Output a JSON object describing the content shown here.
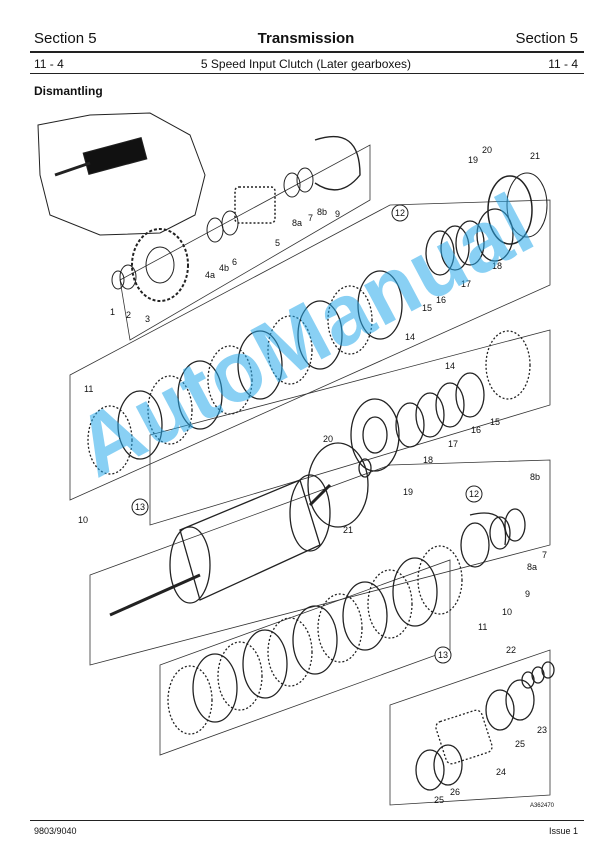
{
  "header": {
    "section_left": "Section 5",
    "title": "Transmission",
    "section_right": "Section 5"
  },
  "subheader": {
    "page_left": "11 - 4",
    "subtitle": "5 Speed Input Clutch (Later gearboxes)",
    "page_right": "11 - 4"
  },
  "heading": "Dismantling",
  "figure": {
    "reference": "A362470",
    "callouts": [
      "1",
      "2",
      "3",
      "4a",
      "4b",
      "6",
      "5",
      "8a",
      "7",
      "8b",
      "9",
      "20",
      "19",
      "21",
      "12",
      "18",
      "17",
      "16",
      "15",
      "14",
      "11",
      "10",
      "14",
      "20",
      "18",
      "17",
      "16",
      "15",
      "13",
      "19",
      "21",
      "12",
      "8b",
      "7",
      "8a",
      "9",
      "10",
      "11",
      "13",
      "22",
      "23",
      "25",
      "24",
      "26",
      "25"
    ]
  },
  "watermark": "AutoManual",
  "footer": {
    "doc_number": "9803/9040",
    "issue": "Issue 1"
  }
}
